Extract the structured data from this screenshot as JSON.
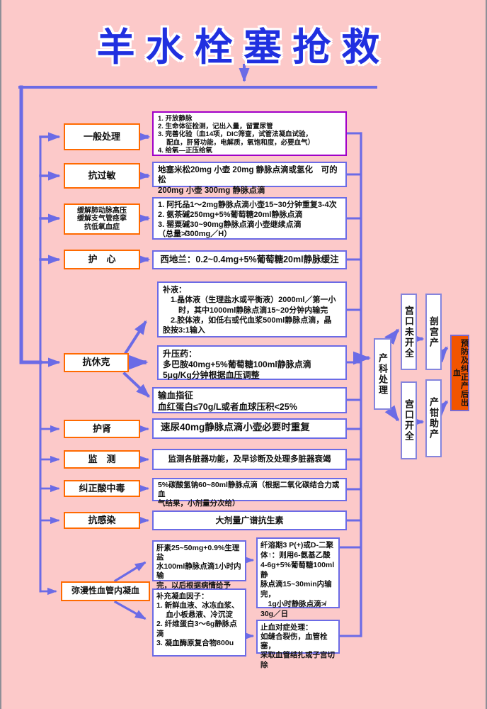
{
  "title": "羊水栓塞抢救",
  "colors": {
    "background": "#fcc9c9",
    "line": "#6b6be6",
    "category_border": "#ff6a00",
    "detail_border": "#6b6be6",
    "first_detail_border": "#a000c8",
    "outcome_background": "#f25400",
    "title_blue": "#2030e0"
  },
  "categories": [
    {
      "label": "一般处理"
    },
    {
      "label": "抗过敏"
    },
    {
      "label": "缓解肺动脉高压\n缓解支气管痉挛\n抗低氧血症"
    },
    {
      "label": "护　心"
    },
    {
      "label": "抗休克"
    },
    {
      "label": "护肾"
    },
    {
      "label": "监　测"
    },
    {
      "label": "纠正酸中毒"
    },
    {
      "label": "抗感染"
    },
    {
      "label": "弥漫性血管内凝血"
    }
  ],
  "details": {
    "general": "1. 开放静脉\n2. 生命体征检测，记出入量，留置尿管\n3. 完善化验（血14项，DIC筛查，试管法凝血试验，\n　 配血，肝肾功能，电解质，氧饱和度，必要血气）\n4. 给氧—正压给氧",
    "antiallergy": "地塞米松20mg 小壶 20mg 静脉点滴或氢化　可的松\n200mg  小壶 300mg 静脉点滴",
    "pulmonary": "1. 阿托品1～2mg静脉点滴小壶15~30分钟重复3-4次\n2. 氨茶碱250mg+5%葡萄糖20ml静脉点滴\n3. 罂粟碱30~90mg静脉点滴小壶继续点滴\n（总量≯300mg／H）",
    "cedilanid": "西地兰：0.2~0.4mg+5%葡萄糖20ml静脉缓注",
    "fluids": "补液：\n　1.晶体液（生理盐水或平衡液）2000ml／第一小\n　　时，其中1000ml静脉点滴15~20分钟内输完\n　2.胶体液，如低右或代血浆500ml静脉点滴，晶\n胶按3:1输入",
    "pressor": "升压药：\n多巴胺40mg+5%葡萄糖100ml静脉点滴\n5μg/Kg分钟根据血压调整",
    "transfusion": "输血指征\n血红蛋白≤70g/L或者血球压积<25%",
    "kidney": "速尿40mg静脉点滴小壶必要时重复",
    "monitor": "监测各脏器功能，及早诊断及处理多脏器衰竭",
    "acidosis": "5%碳酸氢钠60~80ml静脉点滴（根据二氧化碳结合力或血\n气结果，小剂量分次给）",
    "antibiotic": "大剂量广谱抗生素",
    "heparin": "肝素25~50mg+0.9%生理盐\n水100ml静脉点滴1小时内输\n完，以后根据病情给予",
    "clotting_factors": "补充凝血因子：\n1. 新鲜血液、冰冻血浆、\n　 血小板悬液、冷沉淀\n2. 纤维蛋白3～6g静脉点\n滴\n3. 凝血酶原复合物800u",
    "fibrinolysis": "纤溶期3 P(+)或D-二聚\n体↑：则用6-氨基乙酸\n4-6g+5%葡萄糖100ml静\n脉点滴15~30min内输完，\n　1g小时静脉点滴≯\n30g／日",
    "hemostasis": "止血对症处理：\n如缝合裂伤，血管栓塞，\n采取血管结扎或子宫切除"
  },
  "obstetric": {
    "process": "产科处理",
    "cervix_not_full": "宫口未开全",
    "cesarean": "剖宫产",
    "cervix_full": "宫口开全",
    "forceps": "产钳助产",
    "outcome": "预防及纠正产后出血"
  }
}
